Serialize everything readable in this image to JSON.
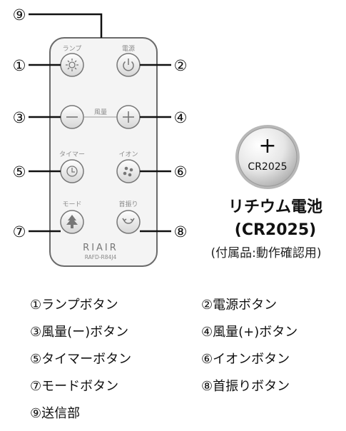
{
  "remote": {
    "brand": "RIAIR",
    "model": "RAFD-R84J4",
    "labels": {
      "lamp": "ランプ",
      "power": "電源",
      "fan": "風量",
      "timer": "タイマー",
      "ion": "イオン",
      "mode": "モード",
      "swing": "首振り"
    }
  },
  "callouts": [
    "⑨",
    "①",
    "②",
    "③",
    "④",
    "⑤",
    "⑥",
    "⑦",
    "⑧"
  ],
  "battery": {
    "symbol": "+",
    "coin_label": "CR2025",
    "title": "リチウム電池",
    "model": "(CR2025)",
    "note": "(付属品:動作確認用)"
  },
  "legend": [
    "①ランプボタン",
    "②電源ボタン",
    "③風量(ー)ボタン",
    "④風量(+)ボタン",
    "⑤タイマーボタン",
    "⑥イオンボタン",
    "⑦モードボタン",
    "⑧首振りボタン",
    "⑨送信部"
  ]
}
